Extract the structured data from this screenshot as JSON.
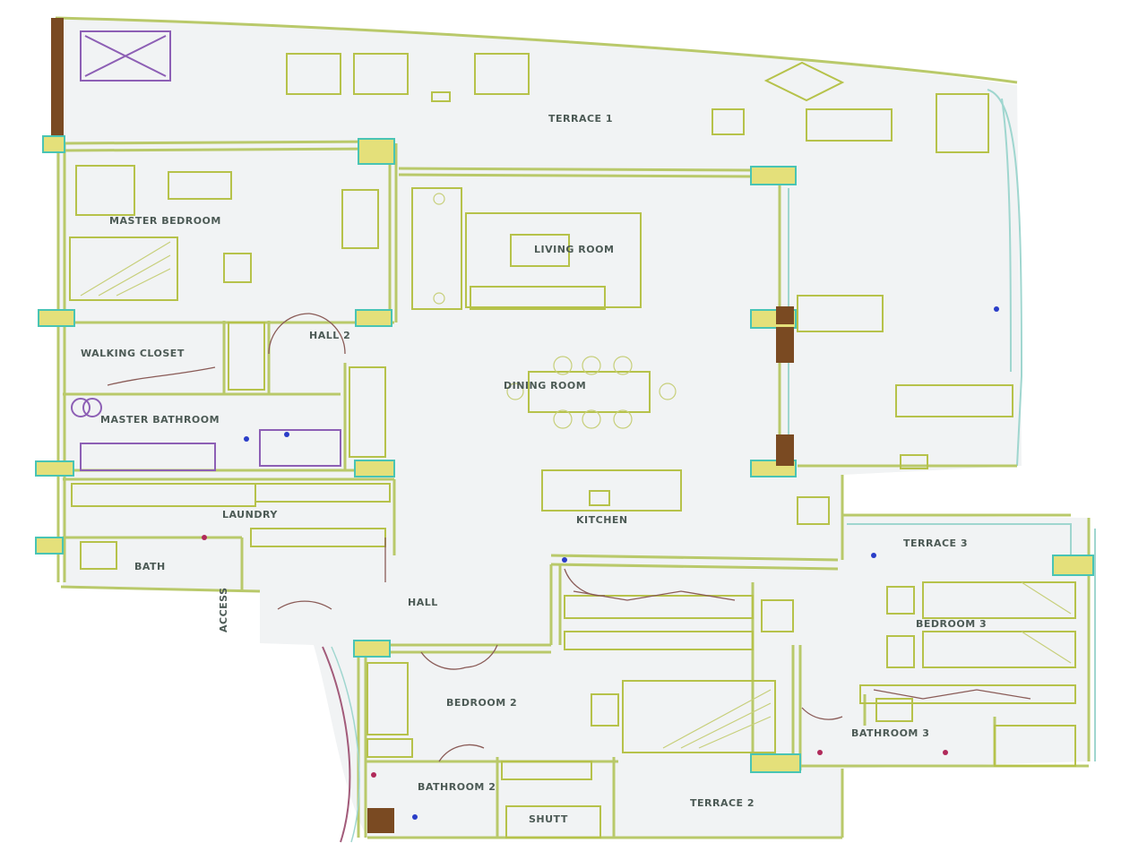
{
  "rooms": {
    "terrace1": "TERRACE 1",
    "master_bedroom": "MASTER BEDROOM",
    "living_room": "LIVING ROOM",
    "hall2": "HALL 2",
    "walkin_closet": "WALKING CLOSET",
    "dining_room": "DINING ROOM",
    "master_bathroom": "MASTER BATHROOM",
    "laundry": "LAUNDRY",
    "kitchen": "KITCHEN",
    "bath": "BATH",
    "hall": "HALL",
    "terrace3": "TERRACE 3",
    "bedroom3": "BEDROOM 3",
    "bedroom2": "BEDROOM 2",
    "bathroom3": "BATHROOM 3",
    "bathroom2": "BATHROOM 2",
    "shutt": "SHUTT",
    "terrace2": "TERRACE 2",
    "access": "ACCESS"
  },
  "colors": {
    "wall": "#b9c96a",
    "column": "#e4e07a",
    "column_outline": "#49c4b4",
    "fixture": "#8d5fb5",
    "door_swing": "#8a5b57"
  }
}
